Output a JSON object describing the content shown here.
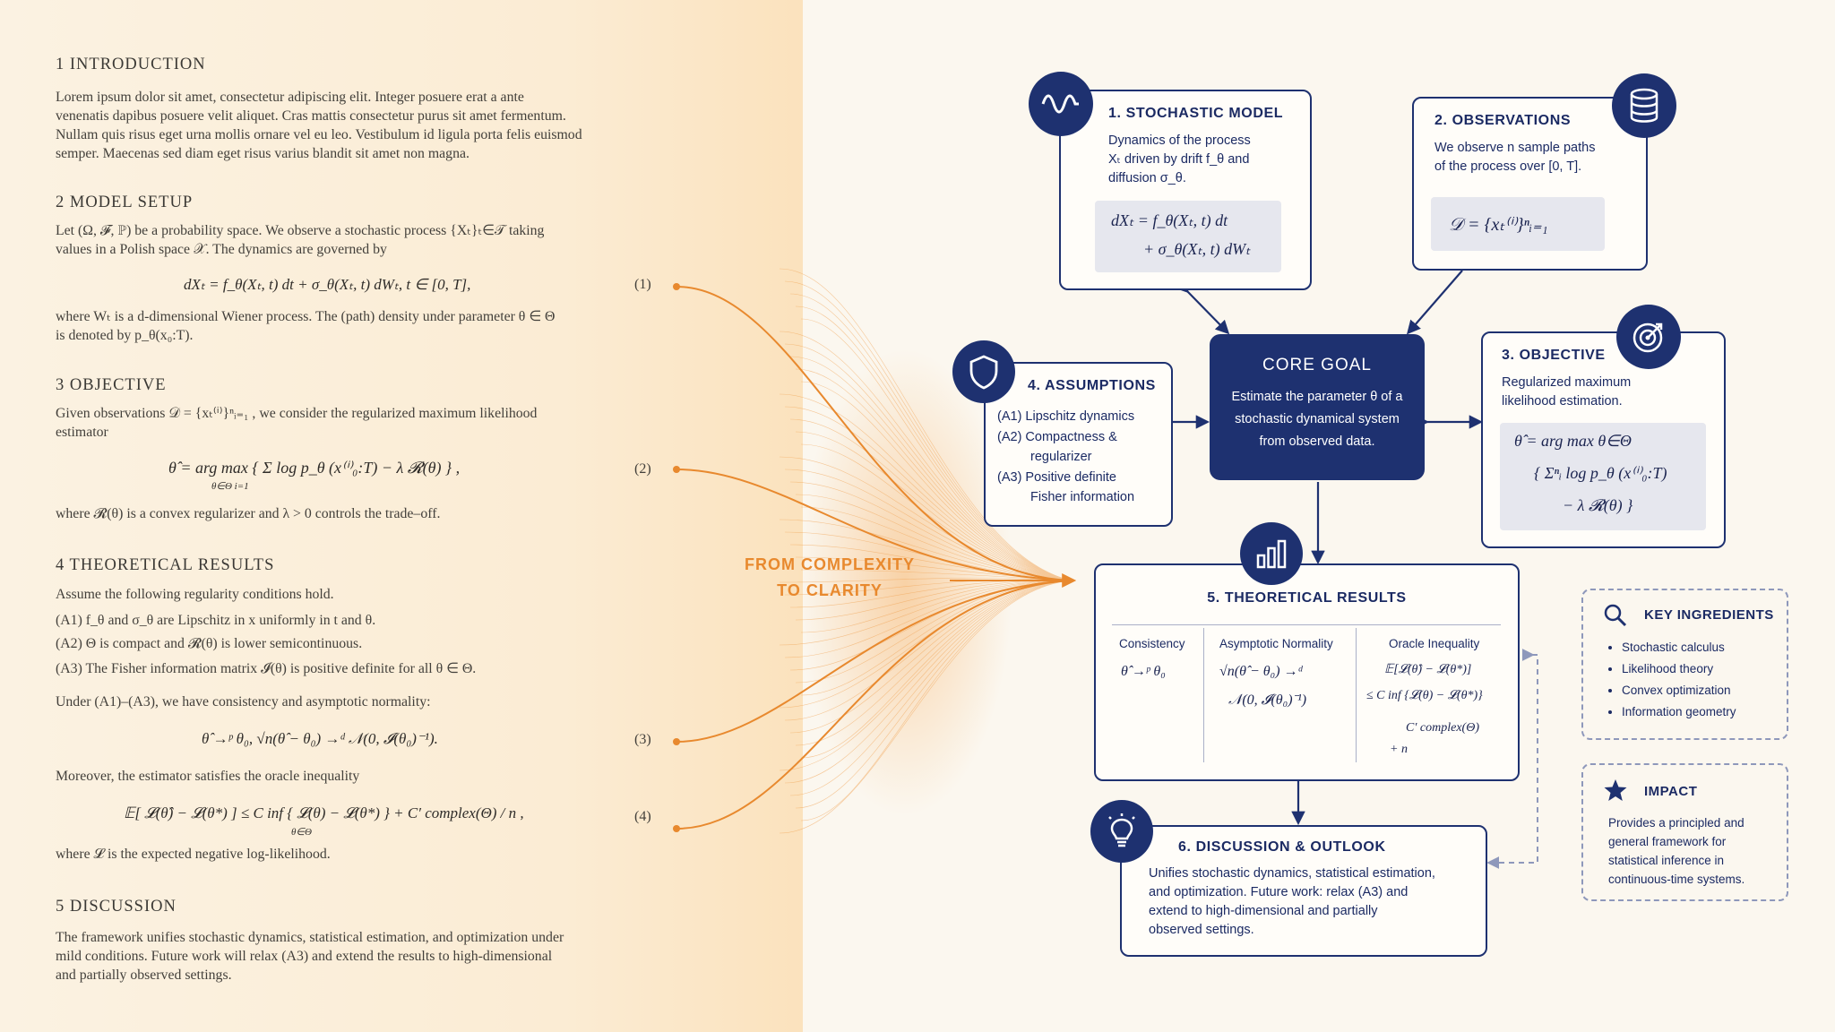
{
  "paper": {
    "sec1": {
      "title": "1   INTRODUCTION",
      "lines": [
        "Lorem ipsum dolor sit amet, consectetur adipiscing elit.  Integer posuere erat a ante",
        "venenatis dapibus posuere velit aliquet.  Cras mattis consectetur purus sit amet fermentum.",
        "Nullam quis risus eget urna mollis ornare vel eu leo.  Vestibulum id ligula porta felis euismod",
        "semper.  Maecenas sed diam eget risus varius blandit sit amet non magna."
      ]
    },
    "sec2": {
      "title": "2   MODEL SETUP",
      "line1": "Let (Ω, 𝓕, ℙ) be a probability space.  We observe a stochastic process {Xₜ}ₜ∈𝒯 taking",
      "line2": "values in a Polish space 𝒳.  The dynamics are governed by",
      "eq": "dXₜ = f_θ(Xₜ, t) dt + σ_θ(Xₜ, t) dWₜ,    t ∈ [0, T],",
      "eqnum": "(1)",
      "after1": "where Wₜ is a d-dimensional Wiener process.  The (path) density under parameter θ ∈ Θ",
      "after2": "is denoted by p_θ(x₀:T)."
    },
    "sec3": {
      "title": "3   OBJECTIVE",
      "line1": "Given observations 𝒟 = {xₜ⁽ⁱ⁾}ⁿᵢ₌₁ , we consider the regularized maximum likelihood",
      "line2": "estimator",
      "eq": "θ̂ = arg max { Σ log p_θ (x⁽ⁱ⁾₀:T) − λ 𝓡(θ) } ,",
      "eq_sub": "θ∈Θ        i=1",
      "eqnum": "(2)",
      "after": "where 𝓡(θ) is a convex regularizer and λ > 0 controls the trade–off."
    },
    "sec4": {
      "title": "4   THEORETICAL RESULTS",
      "intro": "Assume the following regularity conditions hold.",
      "a1": "(A1)   f_θ and σ_θ are Lipschitz in x uniformly in t and θ.",
      "a2": "(A2)   Θ is compact and 𝓡(θ) is lower semicontinuous.",
      "a3": "(A3)   The Fisher information matrix 𝓘(θ) is positive definite for all θ ∈ Θ.",
      "under": "Under (A1)–(A3), we have consistency and asymptotic normality:",
      "eq3": "θ̂ →ᵖ θ₀,    √n(θ̂ − θ₀) →ᵈ 𝒩(0, 𝓘(θ₀)⁻¹).",
      "eqnum3": "(3)",
      "moreover": "Moreover, the estimator satisfies the oracle inequality",
      "eq4": "𝔼[ 𝓛(θ̂) − 𝓛(θ*) ] ≤ C inf { 𝓛(θ) − 𝓛(θ*) } + C′ complex(Θ) / n ,",
      "eq4_sub": "θ∈Θ",
      "eqnum4": "(4)",
      "after": "where 𝓛 is the expected negative log-likelihood."
    },
    "sec5": {
      "title": "5   DISCUSSION",
      "lines": [
        "The framework unifies stochastic dynamics, statistical estimation, and optimization under",
        "mild conditions.  Future work will relax (A3) and extend the results to high-dimensional",
        "and partially observed settings."
      ]
    }
  },
  "transition": {
    "line1": "FROM COMPLEXITY",
    "line2": "TO CLARITY",
    "color": "#e8892e"
  },
  "diagram": {
    "stochastic": {
      "title": "1. STOCHASTIC MODEL",
      "desc": [
        "Dynamics of the process",
        "Xₜ driven by drift f_θ and",
        "diffusion σ_θ."
      ],
      "math1": "dXₜ = f_θ(Xₜ, t) dt",
      "math2": "+ σ_θ(Xₜ, t) dWₜ",
      "icon": "wave-icon"
    },
    "observations": {
      "title": "2. OBSERVATIONS",
      "desc": [
        "We observe n sample paths",
        "of the process over [0, T]."
      ],
      "math": "𝒟 = {xₜ⁽ⁱ⁾}ⁿᵢ₌₁",
      "icon": "database-icon"
    },
    "core": {
      "title": "CORE GOAL",
      "desc": [
        "Estimate the parameter θ of a",
        "stochastic dynamical system",
        "from observed data."
      ]
    },
    "objective": {
      "title": "3. OBJECTIVE",
      "desc": [
        "Regularized maximum",
        "likelihood estimation."
      ],
      "math1": "θ̂ = arg max θ∈Θ",
      "math2": "{ Σⁿᵢ log p_θ (x⁽ⁱ⁾₀:T)",
      "math3": "− λ 𝓡(θ) }",
      "icon": "target-icon"
    },
    "assumptions": {
      "title": "4. ASSUMPTIONS",
      "items": [
        "(A1) Lipschitz dynamics",
        "(A2) Compactness &",
        "regularizer",
        "(A3) Positive definite",
        "Fisher information"
      ],
      "icon": "shield-icon"
    },
    "results": {
      "title": "5. THEORETICAL RESULTS",
      "icon": "bar-chart-icon",
      "cols": [
        {
          "head": "Consistency",
          "m1": "θ̂  →ᵖ  θ₀",
          "m2": "",
          "m3": "",
          "m4": ""
        },
        {
          "head": "Asymptotic Normality",
          "m1": "√n(θ̂ − θ₀) →ᵈ",
          "m2": "𝒩(0, 𝓘(θ₀)⁻¹)",
          "m3": "",
          "m4": ""
        },
        {
          "head": "Oracle Inequality",
          "m1": "𝔼[𝓛(θ̂) − 𝓛(θ*)]",
          "m2": "≤ C inf {𝓛(θ) − 𝓛(θ*)}",
          "m3": "C′ complex(Θ)",
          "m4": "+  n"
        }
      ]
    },
    "discussion": {
      "title": "6. DISCUSSION & OUTLOOK",
      "icon": "lightbulb-icon",
      "desc": [
        "Unifies stochastic dynamics, statistical estimation,",
        "and optimization. Future work: relax (A3) and",
        "extend to high-dimensional and partially",
        "observed settings."
      ]
    },
    "ingredients": {
      "title": "KEY INGREDIENTS",
      "icon": "search-icon",
      "items": [
        "Stochastic calculus",
        "Likelihood theory",
        "Convex optimization",
        "Information geometry"
      ]
    },
    "impact": {
      "title": "IMPACT",
      "icon": "star-icon",
      "desc": [
        "Provides a principled and",
        "general framework for",
        "statistical inference in",
        "continuous-time systems."
      ]
    }
  },
  "colors": {
    "navy": "#1e3170",
    "orange": "#e8892e",
    "paper": "#fbf2e2"
  }
}
